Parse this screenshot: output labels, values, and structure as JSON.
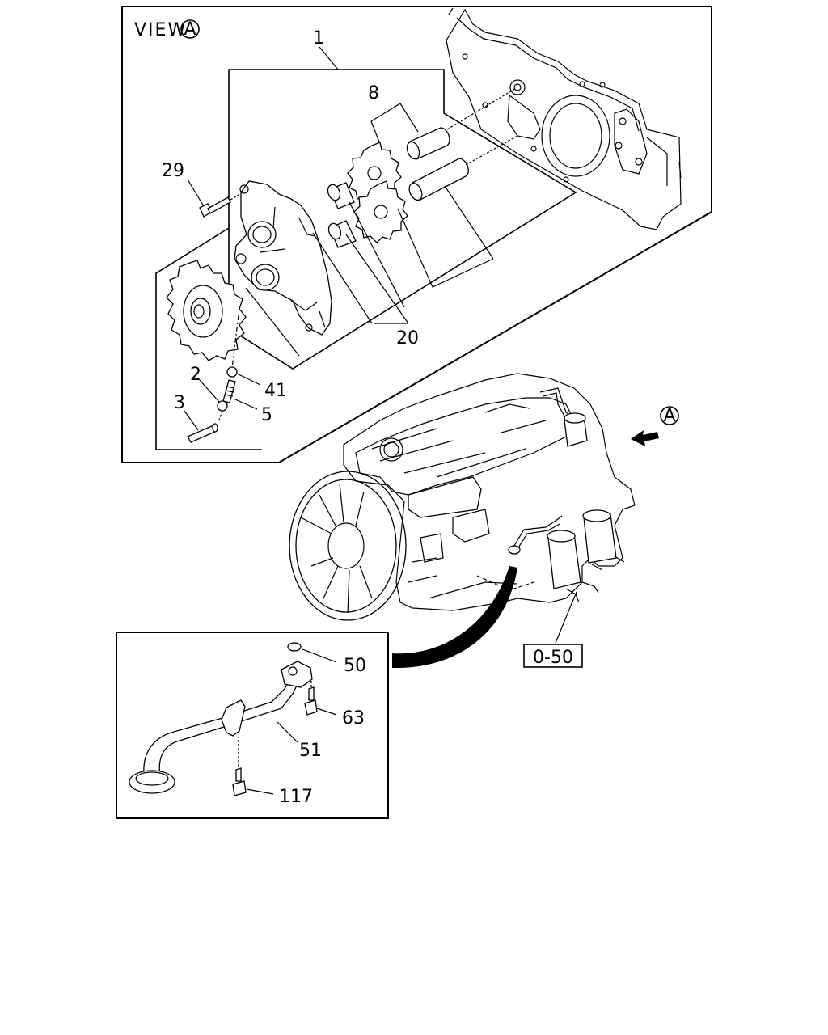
{
  "view_label": "VIEW",
  "view_marker": "A",
  "arrow_marker": "A",
  "callouts": {
    "c1": "1",
    "c8": "8",
    "c29": "29",
    "c20": "20",
    "c41": "41",
    "c2": "2",
    "c5": "5",
    "c3": "3",
    "c50": "50",
    "c63": "63",
    "c51": "51",
    "c117": "117"
  },
  "reference_box": "0-50"
}
